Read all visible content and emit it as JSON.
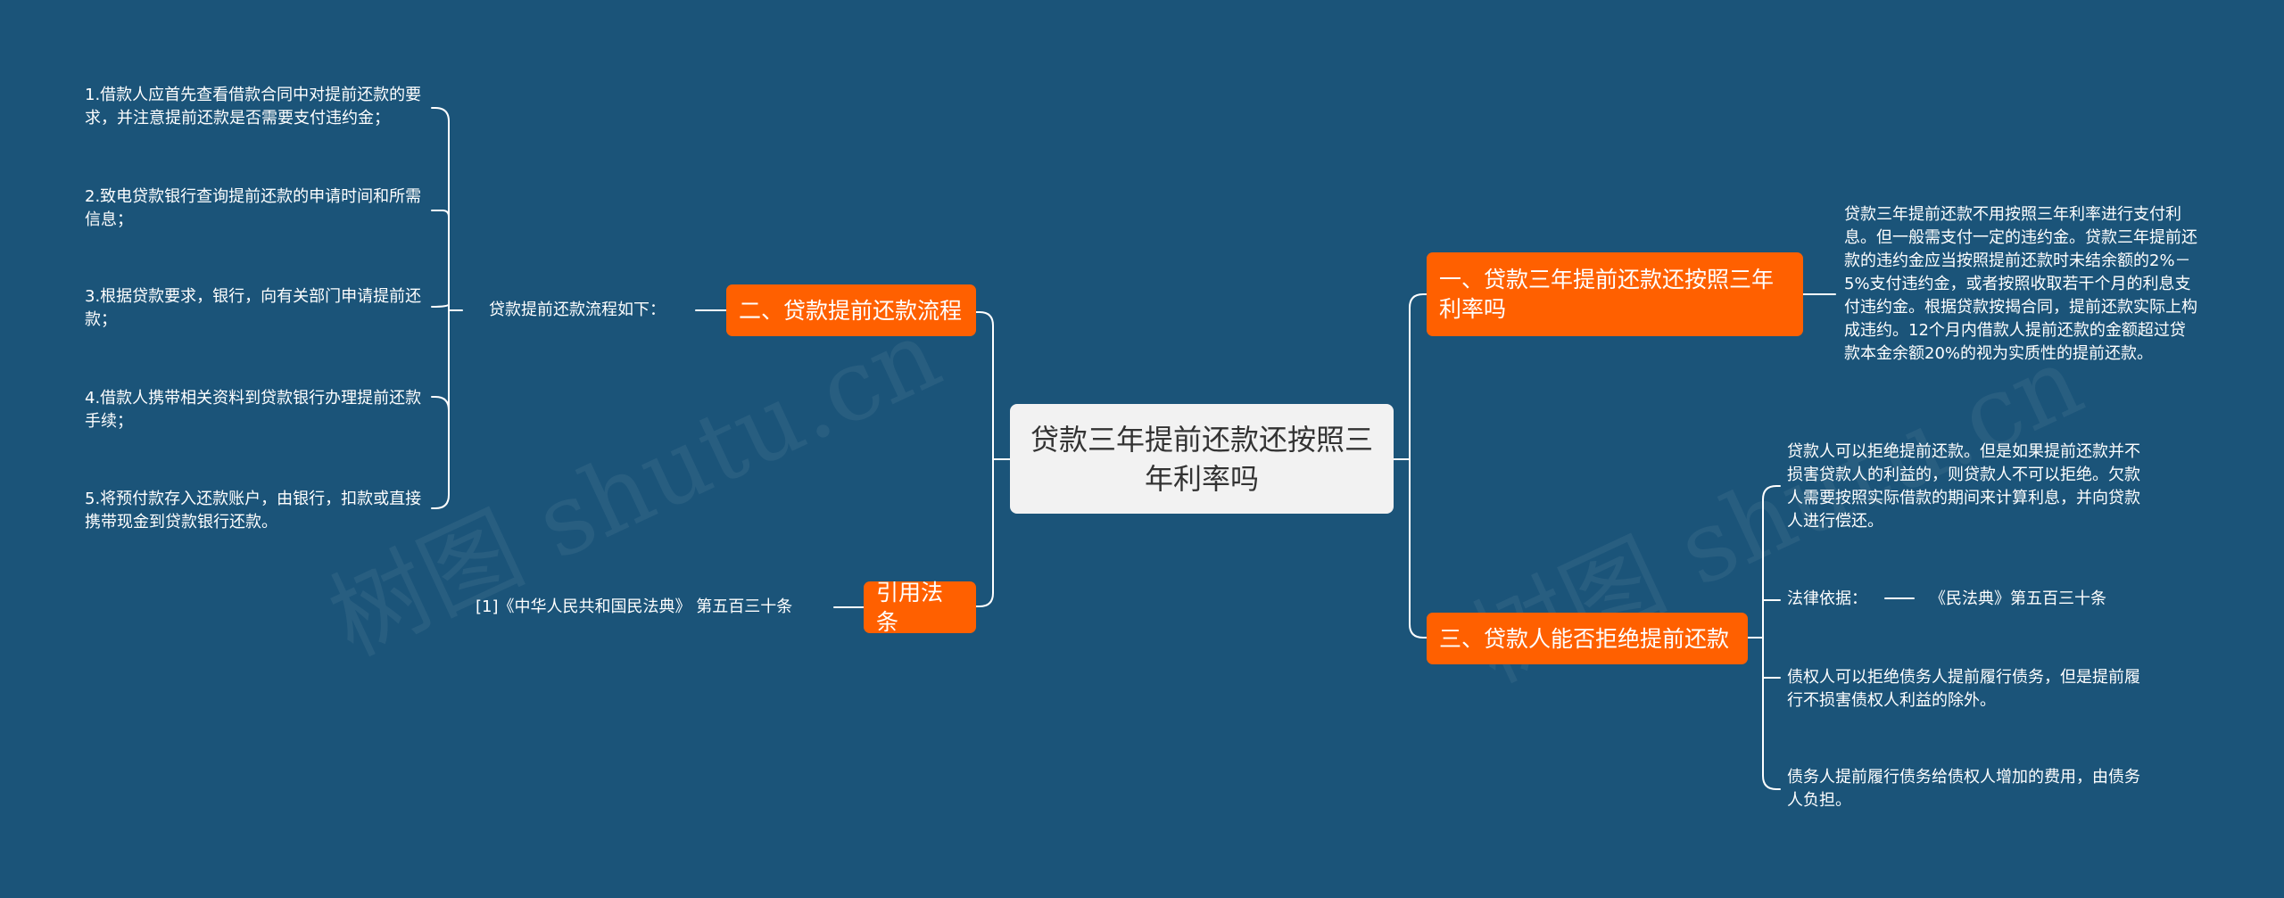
{
  "colors": {
    "background": "#1b5479",
    "branch": "#ff6000",
    "root": "#f2f2f2",
    "line": "#ffffff"
  },
  "root": {
    "text": "贷款三年提前还款还按照三年利率吗"
  },
  "branches": {
    "process": {
      "label": "二、贷款提前还款流程",
      "intro": "贷款提前还款流程如下：",
      "steps": [
        "1.借款人应首先查看借款合同中对提前还款的要求，并注意提前还款是否需要支付违约金；",
        "2.致电贷款银行查询提前还款的申请时间和所需信息；",
        "3.根据贷款要求，银行，向有关部门申请提前还款；",
        "4.借款人携带相关资料到贷款银行办理提前还款手续；",
        "5.将预付款存入还款账户，由银行，扣款或直接携带现金到贷款银行还款。"
      ]
    },
    "law": {
      "label": "引用法条",
      "item": "[1]《中华人民共和国民法典》 第五百三十条"
    },
    "interest": {
      "label": "一、贷款三年提前还款还按照三年利率吗",
      "text": "贷款三年提前还款不用按照三年利率进行支付利息。但一般需支付一定的违约金。贷款三年提前还款的违约金应当按照提前还款时未结余额的2%－5%支付违约金，或者按照收取若干个月的利息支付违约金。根据贷款按揭合同，提前还款实际上构成违约。12个月内借款人提前还款的金额超过贷款本金余额20%的视为实质性的提前还款。"
    },
    "refuse": {
      "label": "三、贷款人能否拒绝提前还款",
      "items": [
        "贷款人可以拒绝提前还款。但是如果提前还款并不损害贷款人的利益的，则贷款人不可以拒绝。欠款人需要按照实际借款的期间来计算利息，并向贷款人进行偿还。",
        "债权人可以拒绝债务人提前履行债务，但是提前履行不损害债权人利益的除外。",
        "债务人提前履行债务给债权人增加的费用，由债务人负担。"
      ],
      "basis_label": "法律依据：",
      "basis_value": "《民法典》第五百三十条"
    }
  },
  "watermarks": [
    "树图 shutu.cn",
    "树图 shutu.cn"
  ]
}
